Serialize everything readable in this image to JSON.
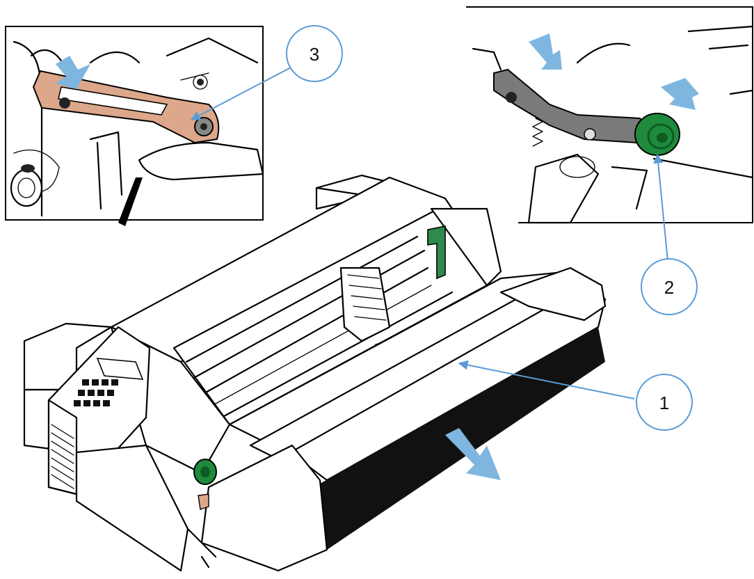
{
  "colors": {
    "callout_stroke": "#5b9bd5",
    "move_arrow": "#7fb6e0",
    "knob_green": "#1e8a3c",
    "knob_green_dark": "#0f5a25",
    "lever_tan": "#dca78a",
    "lever_gray": "#7a7a7a",
    "ink": "#000000"
  },
  "callouts": [
    {
      "id": "callout-1",
      "label": "1"
    },
    {
      "id": "callout-2",
      "label": "2"
    },
    {
      "id": "callout-3",
      "label": "3"
    }
  ],
  "icons": [
    "move-arrow-icon",
    "green-knob-icon",
    "lever-icon"
  ]
}
